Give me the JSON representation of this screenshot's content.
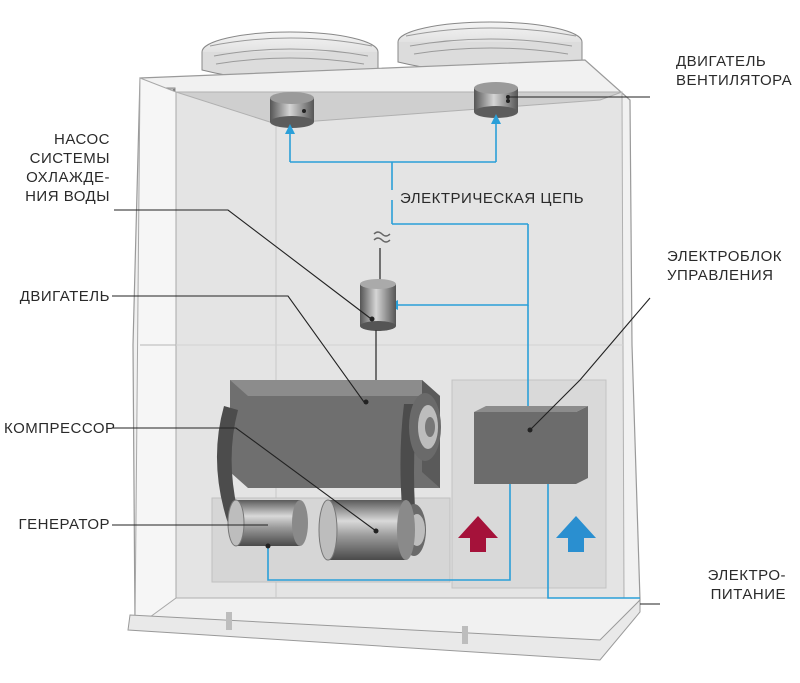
{
  "labels": {
    "fan_motor": "ДВИГАТЕЛЬ\nВЕНТИЛЯТОРА",
    "pump": "НАСОС\nСИСТЕМЫ\nОХЛАЖДЕ-\nНИЯ ВОДЫ",
    "circuit": "ЭЛЕКТРИЧЕСКАЯ ЦЕПЬ",
    "engine": "ДВИГАТЕЛЬ",
    "control_box": "ЭЛЕКТРОБЛОК\nУПРАВЛЕНИЯ",
    "compressor": "КОМПРЕССОР",
    "generator": "ГЕНЕРАТОР",
    "power": "ЭЛЕКТРО-\nПИТАНИЕ"
  },
  "colors": {
    "circuit_line": "#2a9fd8",
    "arrow_hot": "#a5123a",
    "arrow_cold": "#2a8fd0",
    "cabinet": "#e6e6e6",
    "component": "#7c7c7c"
  }
}
